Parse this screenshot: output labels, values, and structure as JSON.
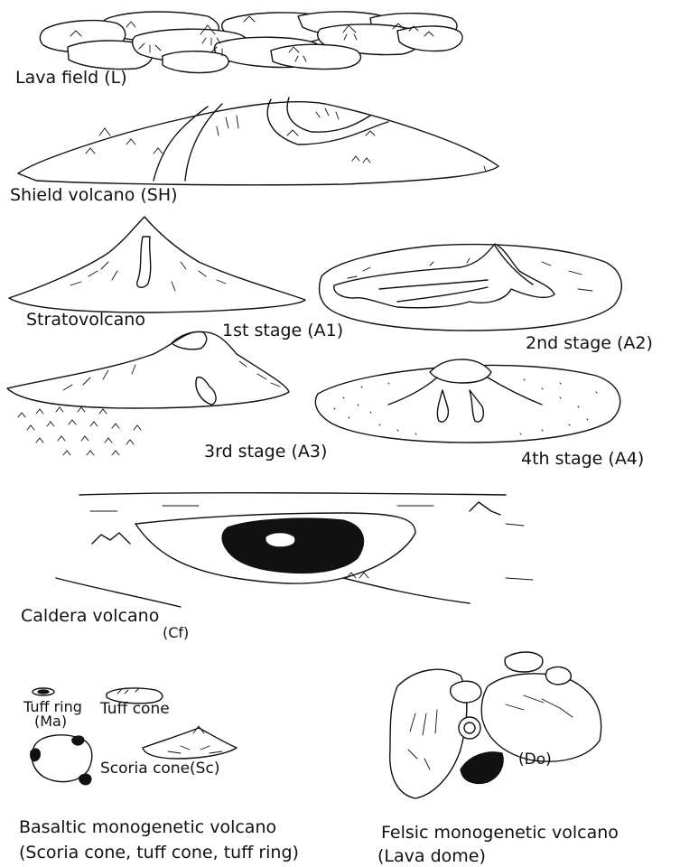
{
  "lava_field": {
    "label": "Lava field (L)"
  },
  "shield_volcano": {
    "label": "Shield volcano (SH)"
  },
  "stratovolcano": {
    "label": "Stratovolcano",
    "stage1_label": "1st stage (A1)",
    "stage2_label": "2nd stage (A2)",
    "stage3_label": "3rd stage (A3)",
    "stage4_label": "4th stage (A4)"
  },
  "caldera_volcano": {
    "label": "Caldera volcano",
    "code": "(Cf)"
  },
  "basaltic": {
    "tuff_ring_label": "Tuff ring",
    "tuff_ring_code": "(Ma)",
    "tuff_cone_label": "Tuff cone",
    "scoria_cone_label": "Scoria cone(Sc)",
    "title": "Basaltic monogenetic volcano",
    "subtitle": "(Scoria cone, tuff cone, tuff ring)"
  },
  "felsic": {
    "code": "(Do)",
    "title": "Felsic monogenetic volcano",
    "subtitle": "(Lava dome)"
  }
}
